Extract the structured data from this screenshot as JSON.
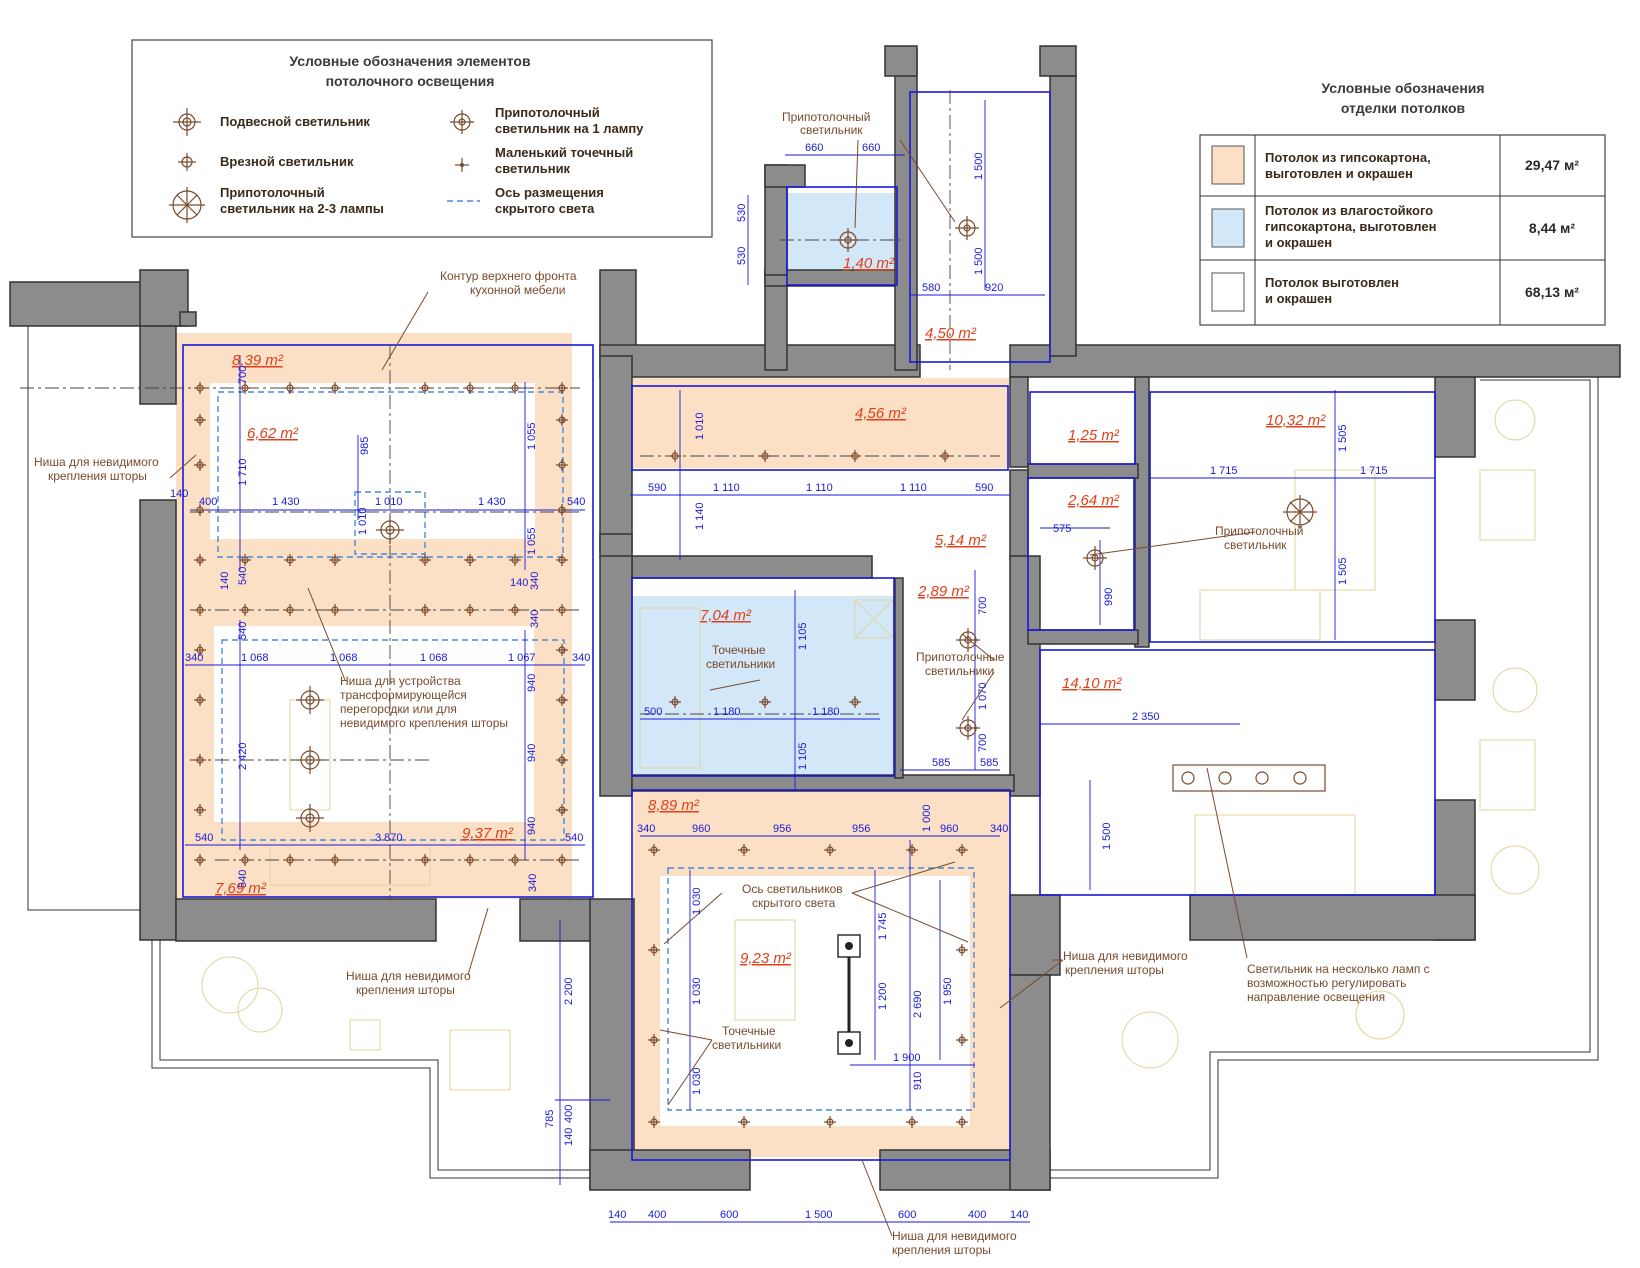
{
  "legend_lighting": {
    "title_line1": "Условные обозначения элементов",
    "title_line2": "потолочного освещения",
    "items": [
      {
        "icon": "pendant-lamp-icon",
        "lines": [
          "Подвесной светильник"
        ]
      },
      {
        "icon": "recessed-lamp-icon",
        "lines": [
          "Врезной светильник"
        ]
      },
      {
        "icon": "ceiling-lamp-multi-icon",
        "lines": [
          "Припотолочный",
          "светильник на 2-3 лампы"
        ]
      },
      {
        "icon": "ceiling-lamp-single-icon",
        "lines": [
          "Припотолочный",
          "светильник на 1 лампу"
        ]
      },
      {
        "icon": "small-spot-icon",
        "lines": [
          "Маленький точечный",
          "светильник"
        ]
      },
      {
        "icon": "hidden-light-axis-icon",
        "lines": [
          "Ось размещения",
          "скрытого света"
        ]
      }
    ]
  },
  "legend_finish": {
    "title_line1": "Условные обозначения",
    "title_line2": "отделки потолков",
    "rows": [
      {
        "color": "#fbe0c6",
        "lines": [
          "Потолок из гипсокартона,",
          "выготовлен и окрашен"
        ],
        "value": "29,47 м²"
      },
      {
        "color": "#d2e7f8",
        "lines": [
          "Потолок из влагостойкого",
          "гипсокартона, выготовлен",
          "и окрашен"
        ],
        "value": "8,44 м²"
      },
      {
        "color": "#ffffff",
        "lines": [
          "Потолок выготовлен",
          "и окрашен"
        ],
        "value": "68,13 м²"
      }
    ]
  },
  "areas": [
    "8,39 m²",
    "6,62 m²",
    "9,37 m²",
    "7,69 m²",
    "4,56 m²",
    "5,14 m²",
    "1,40 m²",
    "4,50 m²",
    "7,04 m²",
    "2,89 m²",
    "1,25 m²",
    "2,64 m²",
    "10,32 m²",
    "14,10 m²",
    "8,89 m²",
    "9,23 m²"
  ],
  "annotations": {
    "kitchen_contour": [
      "Контур верхнего фронта",
      "кухонной мебели"
    ],
    "niche_left": [
      "Ниша для невидимого",
      "крепления шторы"
    ],
    "partition_niche": [
      "Ниша  для устройства",
      "трансформирующейся",
      "перегородки или для",
      "невидимого крепления шторы"
    ],
    "niche_bottom_left": [
      "Ниша для невидимого",
      "крепления шторы"
    ],
    "ceiling_lamp_top": [
      "Припотолочный",
      "светильник"
    ],
    "spots_bath": [
      "Точечные",
      "светильники"
    ],
    "ceiling_lamps_wc": [
      "Припотолочные",
      "светильники"
    ],
    "ceiling_lamp_bed": [
      "Припотолочный",
      "светильник"
    ],
    "hidden_axis": [
      "Ось светильников",
      "скрытого света"
    ],
    "spots_living": [
      "Точечные",
      "светильники"
    ],
    "niche_right": [
      "Ниша для невидимого",
      "крепления шторы"
    ],
    "multi_lamp": [
      "Светильник на несколько ламп с",
      "возможностью регулировать",
      "направление освещения"
    ],
    "niche_bottom": [
      "Ниша для невидимого",
      "крепления шторы"
    ]
  },
  "dimensions": {
    "d660a": "660",
    "d660b": "660",
    "d530a": "530",
    "d530b": "530",
    "d1500a": "1 500",
    "d1500b": "1 500",
    "d580": "580",
    "d920": "920",
    "d700a": "700",
    "d1710": "1 710",
    "d985": "985",
    "d1055a": "1 055",
    "d1055b": "1 055",
    "d140a": "140",
    "d400a": "400",
    "d1430a": "1 430",
    "d1010a": "1 010",
    "d1430b": "1 430",
    "d540a": "540",
    "d1010b": "1 010",
    "d540b": "540",
    "d140b": "140",
    "d340a": "340",
    "d140c": "140",
    "d540c": "540",
    "d340b": "340",
    "d340c": "340",
    "d1068a": "1 068",
    "d1068b": "1 068",
    "d1068c": "1 068",
    "d1067": "1 067",
    "d340d": "340",
    "d2420": "2 420",
    "d940a": "940",
    "d940b": "940",
    "d940c": "940",
    "d540d": "540",
    "d3870": "3 870",
    "d540e": "540",
    "d540f": "540",
    "d340e": "340",
    "d1010c": "1 010",
    "d590a": "590",
    "d1110a": "1 110",
    "d1110b": "1 110",
    "d1110c": "1 110",
    "d590b": "590",
    "d1140": "1 140",
    "d1105a": "1 105",
    "d1105b": "1 105",
    "d500": "500",
    "d1180a": "1 180",
    "d1180b": "1 180",
    "d700b": "700",
    "d1070": "1 070",
    "d700c": "700",
    "d585a": "585",
    "d585b": "585",
    "d575": "575",
    "d990": "990",
    "d1715a": "1 715",
    "d1715b": "1 715",
    "d1505a": "1 505",
    "d1505b": "1 505",
    "d2350": "2 350",
    "d1500c": "1 500",
    "d340f": "340",
    "d960a": "960",
    "d956a": "956",
    "d956b": "956",
    "d1000": "1 000",
    "d960b": "960",
    "d340g": "340",
    "d1030a": "1 030",
    "d1030b": "1 030",
    "d1030c": "1 030",
    "d1745": "1 745",
    "d1200": "1 200",
    "d2690": "2 690",
    "d1950": "1 950",
    "d1900": "1 900",
    "d910": "910",
    "d2200": "2 200",
    "d785": "785",
    "d400b": "400",
    "d140d": "140",
    "d140e": "140",
    "d400c": "400",
    "d600a": "600",
    "d1500d": "1 500",
    "d600b": "600",
    "d400d": "400",
    "d140f": "140"
  }
}
